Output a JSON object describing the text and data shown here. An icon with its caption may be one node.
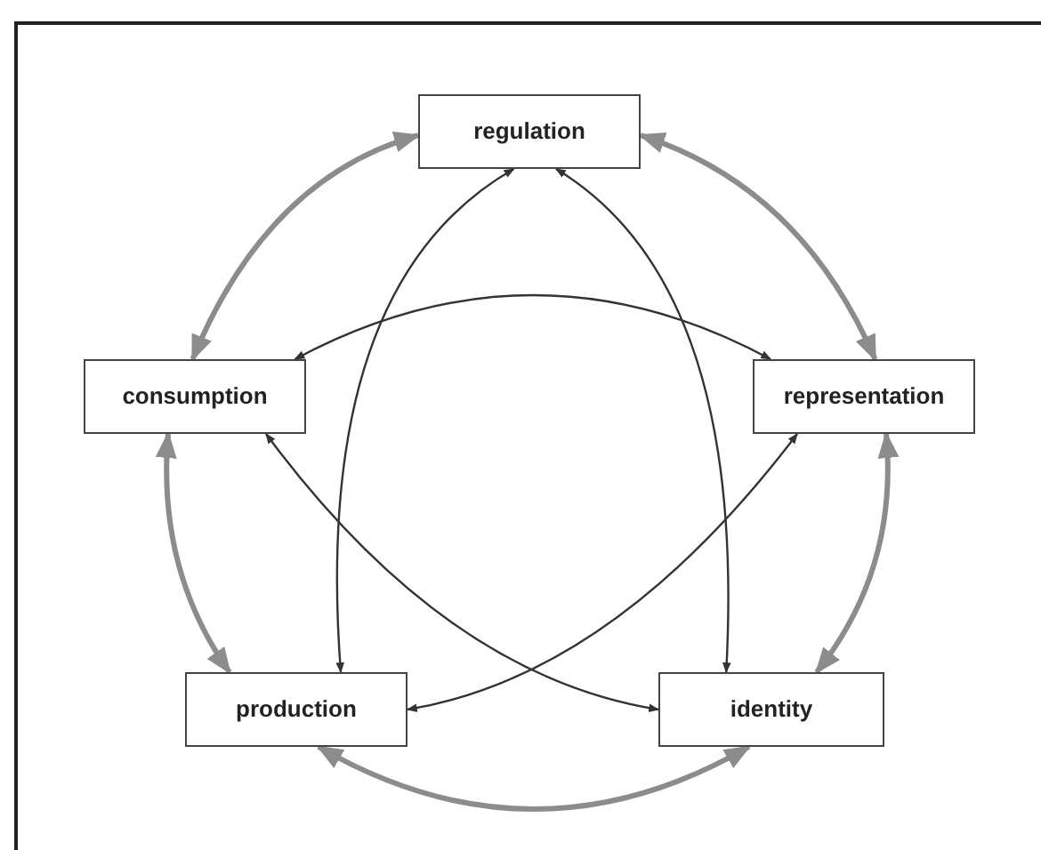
{
  "diagram": {
    "nodes": [
      {
        "text": [
          "regulation"
        ]
      },
      {
        "text": [
          "consumption"
        ]
      },
      {
        "text": [
          "representation"
        ]
      },
      {
        "text": [
          "production"
        ]
      },
      {
        "text": [
          "identity"
        ]
      }
    ],
    "edges": [
      {
        "from": 1,
        "to": 0,
        "arrow": "both",
        "style": "thick",
        "color": "#8c8c8c"
      },
      {
        "from": 0,
        "to": 2,
        "arrow": "both",
        "style": "thick",
        "color": "#8c8c8c"
      },
      {
        "from": 2,
        "to": 4,
        "arrow": "both",
        "style": "thick",
        "color": "#8c8c8c"
      },
      {
        "from": 4,
        "to": 3,
        "arrow": "both",
        "style": "thick",
        "color": "#8c8c8c"
      },
      {
        "from": 3,
        "to": 1,
        "arrow": "both",
        "style": "thick",
        "color": "#8c8c8c"
      },
      {
        "from": 1,
        "to": 2,
        "arrow": "both"
      },
      {
        "from": 0,
        "to": 3,
        "arrow": "both"
      },
      {
        "from": 0,
        "to": 4,
        "arrow": "both"
      },
      {
        "from": 1,
        "to": 4,
        "arrow": "both"
      },
      {
        "from": 2,
        "to": 3,
        "arrow": "both"
      }
    ]
  }
}
